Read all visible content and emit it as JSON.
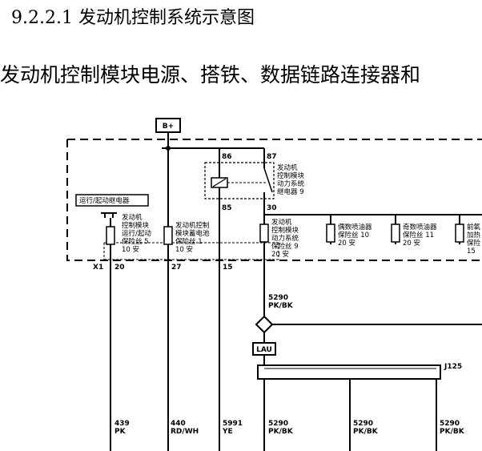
{
  "heading": "9.2.2.1 发动机控制系统示意图",
  "subheading": "发动机控制模块电源、搭铁、数据链路连接器和",
  "diagram": {
    "battery": "B+",
    "relay_switch": "运行/起动继电器",
    "connector_x1": "X1",
    "relay_pins": [
      "86",
      "87",
      "85",
      "30"
    ],
    "relay_label": [
      "发动机",
      "控制模块",
      "动力系统",
      "继电器 9"
    ],
    "fuses": [
      {
        "lines": [
          "发动机",
          "控制模块",
          "运行/起动",
          "保险丝 5",
          "10 安"
        ]
      },
      {
        "lines": [
          "发动机控制",
          "模块蓄电池",
          "保险丝 1",
          "10 安"
        ]
      },
      {
        "lines": [
          "发动机",
          "控制模块",
          "动力系统",
          "保险丝 9",
          "20 安"
        ]
      },
      {
        "lines": [
          "偶数喷油器",
          "保险丝 10",
          "20 安"
        ]
      },
      {
        "lines": [
          "奇数喷油器",
          "保险丝 11",
          "20 安"
        ]
      },
      {
        "lines": [
          "前氧",
          "加热",
          "保险"
        ]
      }
    ],
    "fuse_extra": "15",
    "x1_pins": [
      "20",
      "27",
      "15"
    ],
    "bus_wire": [
      "5290",
      "PK/BK"
    ],
    "lau": "LAU",
    "splice": "J125",
    "bottom_wires": [
      {
        "num": "439",
        "color": "PK"
      },
      {
        "num": "440",
        "color": "RD/WH"
      },
      {
        "num": "5991",
        "color": "YE"
      },
      {
        "num": "5290",
        "color": "PK/BK"
      },
      {
        "num": "5290",
        "color": "PK/BK"
      },
      {
        "num": "5290",
        "color": "PK/BK"
      }
    ]
  }
}
